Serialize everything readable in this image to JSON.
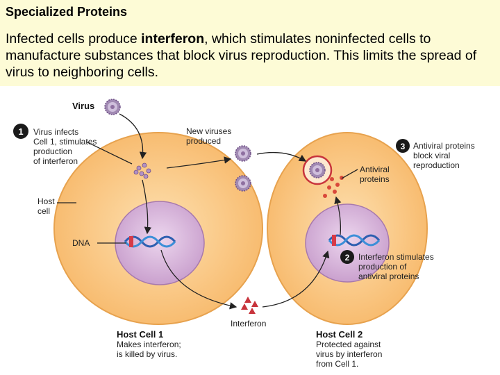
{
  "header": {
    "title": "Specialized Proteins",
    "text_part1": "Infected cells produce ",
    "text_bold": "interferon",
    "text_part2": ", which stimulates noninfected cells to manufacture substances that block virus reproduction.  This limits the spread of virus to neighboring cells."
  },
  "diagram": {
    "virus_label": "Virus",
    "step1_number": "1",
    "step1_lines": [
      "Virus infects",
      "Cell 1, stimulates",
      "production",
      "of interferon"
    ],
    "new_viruses_lines": [
      "New viruses",
      "produced"
    ],
    "host_cell_lines": [
      "Host",
      "cell"
    ],
    "dna_label": "DNA",
    "interferon_label": "Interferon",
    "step2_number": "2",
    "step2_lines": [
      "Interferon stimulates",
      "production of",
      "antiviral proteins"
    ],
    "step3_number": "3",
    "step3_lines": [
      "Antiviral proteins",
      "block viral",
      "reproduction"
    ],
    "antiviral_label_lines": [
      "Antiviral",
      "proteins"
    ],
    "host_cell1_title": "Host Cell 1",
    "host_cell1_lines": [
      "Makes interferon;",
      "is killed by virus."
    ],
    "host_cell2_title": "Host Cell 2",
    "host_cell2_lines": [
      "Protected against",
      "virus by interferon",
      "from Cell 1."
    ]
  },
  "colors": {
    "header_bg": "#fdfbd6",
    "cell": "#fbc97e",
    "nucleus": "#d9b6db",
    "virus": "#8e6fa0",
    "interferon": "#c8343c",
    "antiviral": "#d9483a",
    "step_circle": "#1a1a1a"
  }
}
